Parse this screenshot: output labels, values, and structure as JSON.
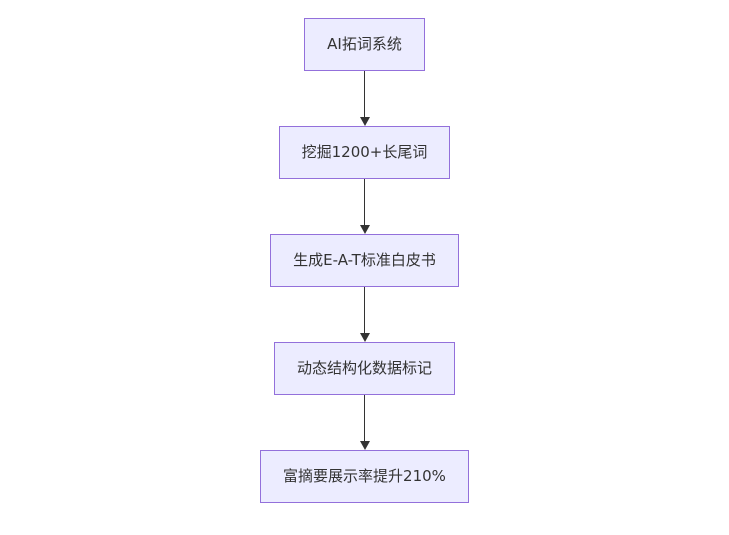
{
  "flowchart": {
    "direction": "top-down",
    "nodes": [
      {
        "label": "AI拓词系统"
      },
      {
        "label": "挖掘1200+长尾词"
      },
      {
        "label": "生成E-A-T标准白皮书"
      },
      {
        "label": "动态结构化数据标记"
      },
      {
        "label": "富摘要展示率提升210%"
      }
    ],
    "edges": [
      {
        "from": 0,
        "to": 1
      },
      {
        "from": 1,
        "to": 2
      },
      {
        "from": 2,
        "to": 3
      },
      {
        "from": 3,
        "to": 4
      }
    ]
  },
  "colors": {
    "node_fill": "#ECECFF",
    "node_border": "#9370DB",
    "arrow": "#333333",
    "node_text": "#333333",
    "background": "#ffffff"
  }
}
